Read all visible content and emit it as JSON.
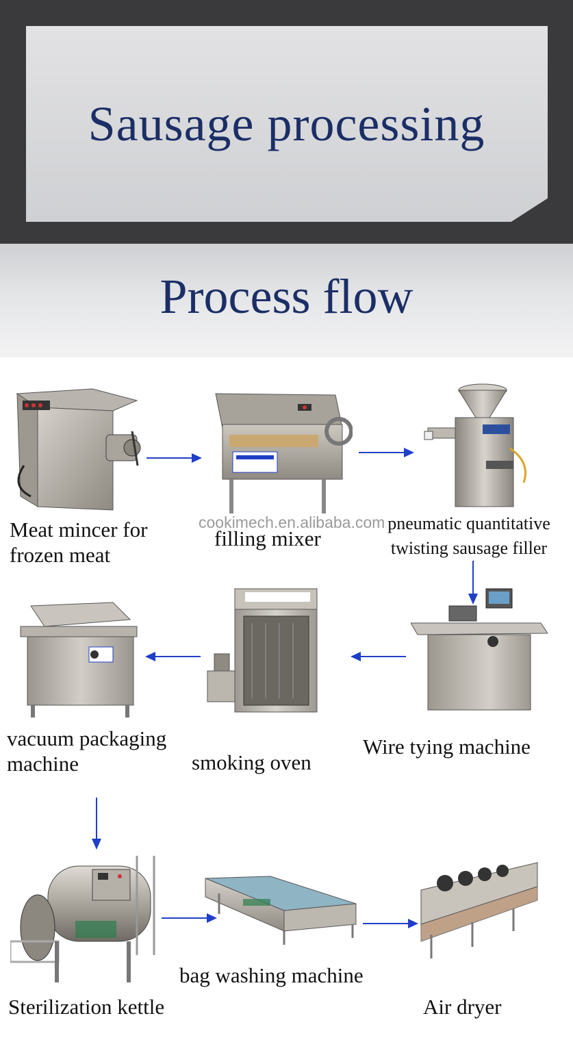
{
  "header": {
    "title": "Sausage processing"
  },
  "section": {
    "title": "Process flow"
  },
  "watermark": "cookimech.en.alibaba.com",
  "steps": [
    {
      "name_line1": "Meat mincer for",
      "name_line2": "frozen meat"
    },
    {
      "name_line1": "filling mixer"
    },
    {
      "name_line1": "pneumatic quantitative",
      "name_line2": "twisting sausage filler"
    },
    {
      "name_line1": "Wire tying machine"
    },
    {
      "name_line1": "smoking oven"
    },
    {
      "name_line1": "vacuum packaging",
      "name_line2": "machine"
    },
    {
      "name_line1": "Sterilization kettle"
    },
    {
      "name_line1": "bag washing machine"
    },
    {
      "name_line1": "Air dryer"
    }
  ],
  "colors": {
    "title": "#1b2e66",
    "arrow": "#1f3fc8",
    "steel": "#a8a39b"
  }
}
